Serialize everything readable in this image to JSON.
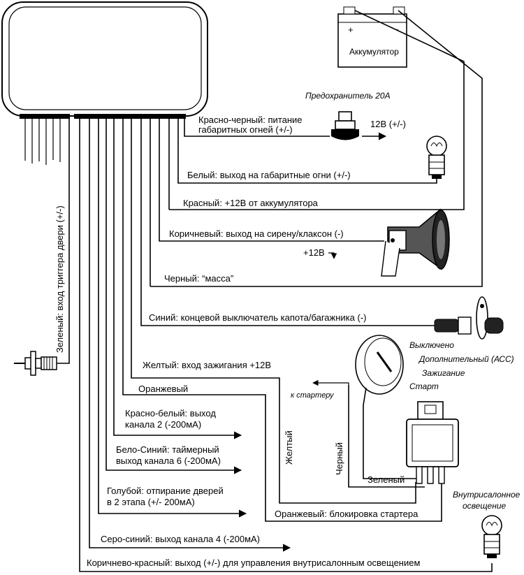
{
  "battery": {
    "label": "Аккумулятор",
    "plus": "+",
    "minus": "-"
  },
  "fuse": {
    "label": "Предохранитель 20А",
    "output": "12В (+/-)"
  },
  "wires": {
    "red_black_1": "Красно-черный: питание",
    "red_black_2": "габаритных огней (+/-)",
    "white": "Белый: выход на габаритные огни (+/-)",
    "red": "Красный: +12В от аккумулятора",
    "brown": "Коричневый: выход на сирену/клаксон (-)",
    "black": "Черный: “масса”",
    "blue": "Синий: концевой выключатель капота/багажника (-)",
    "yellow": "Желтый: вход зажигания +12В",
    "orange": "Оранжевый",
    "red_white_1": "Красно-белый: выход",
    "red_white_2": "канала 2 (-200мА)",
    "white_blue_1": "Бело-Синий: таймерный",
    "white_blue_2": "выход канала 6 (-200мА)",
    "light_blue_1": "Голубой: отпирание дверей",
    "light_blue_2": "в 2 этапа (+/- 200мА)",
    "grey_blue": "Серо-синий: выход канала 4 (-200мА)",
    "brown_red": "Коричнево-красный: выход (+/-) для управления внутрисалонным освещением",
    "green": "Зеленый: вход триггера двери (+/-)"
  },
  "siren": {
    "supply": "+12В"
  },
  "ignition": {
    "off": "Выключено",
    "acc": "Дополнительный (АСС)",
    "on": "Зажигание",
    "start": "Старт"
  },
  "relay": {
    "to_starter": "к стартеру",
    "yellow": "Желтый",
    "black": "Черный",
    "green": "Зеленый",
    "orange_block": "Оранжевый: блокировка стартера"
  },
  "interior_light": {
    "line1": "Внутрисалонное",
    "line2": "освещение"
  }
}
